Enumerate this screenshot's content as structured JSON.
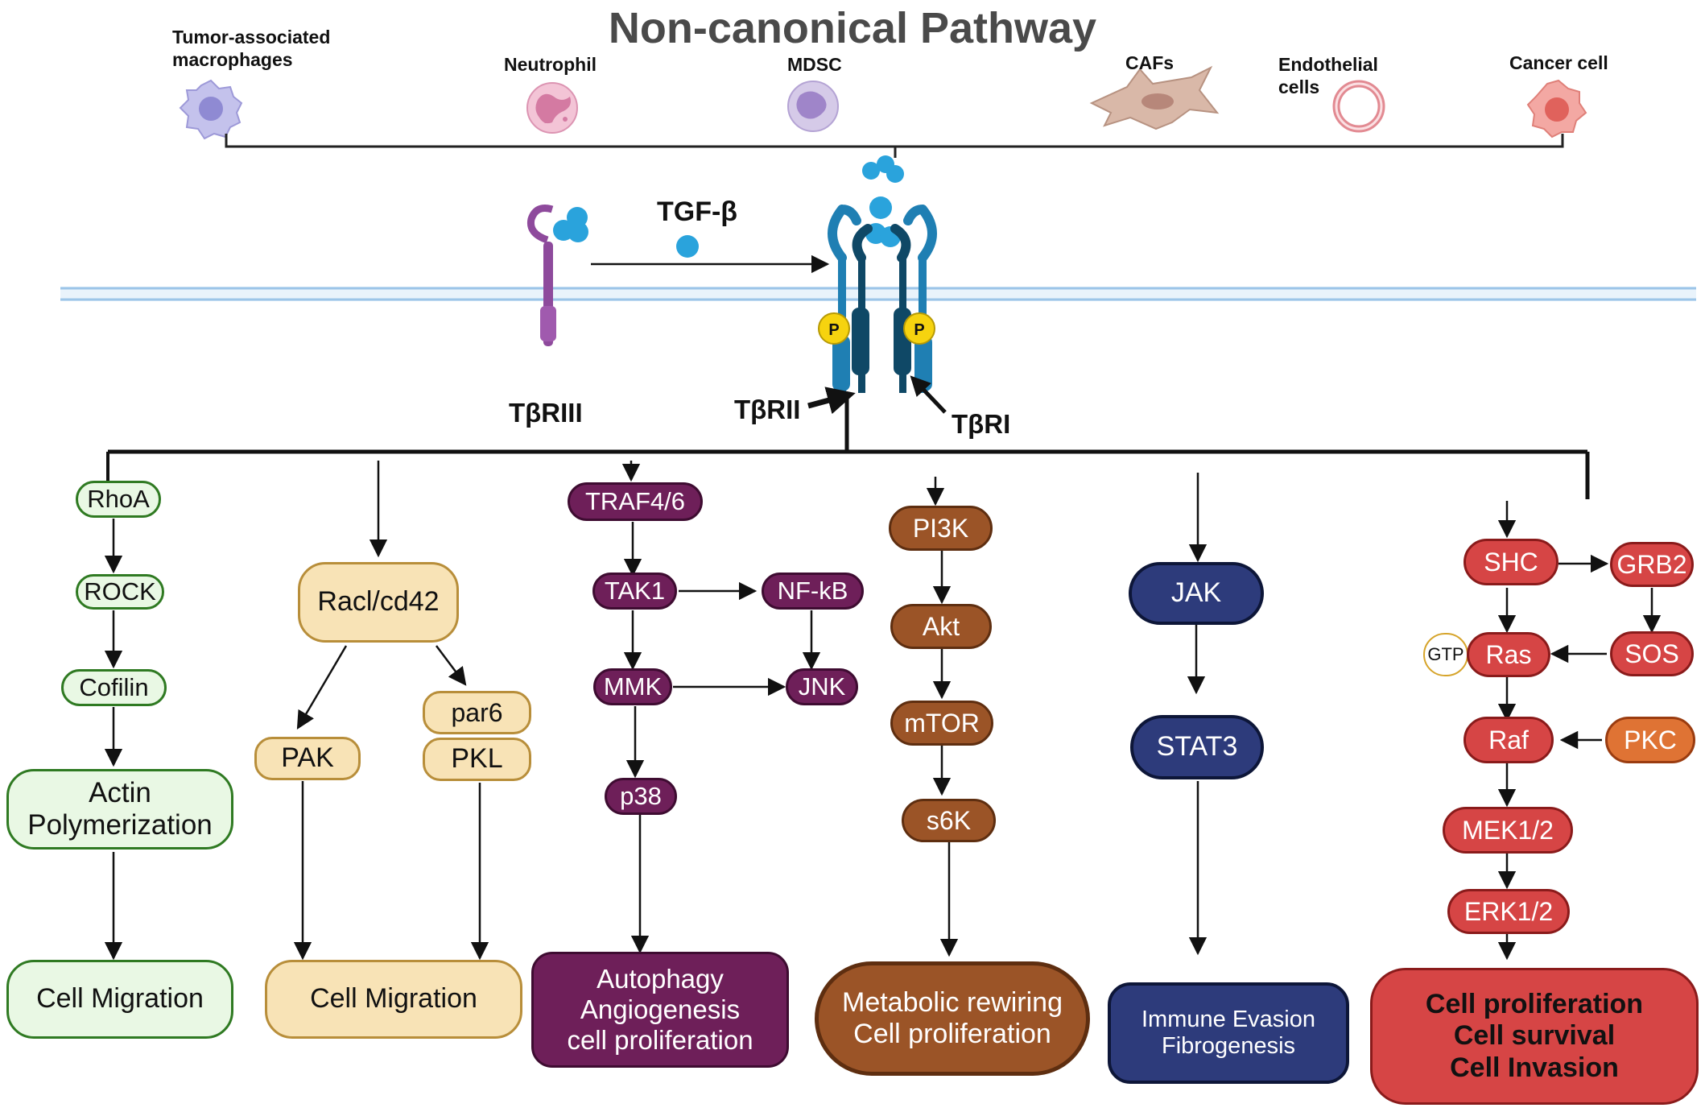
{
  "title": "Non-canonical Pathway",
  "cells": [
    {
      "label": "Tumor-associated\nmacrophages",
      "icon": "macrophage-icon"
    },
    {
      "label": "Neutrophil",
      "icon": "neutrophil-icon"
    },
    {
      "label": "MDSC",
      "icon": "mdsc-icon"
    },
    {
      "label": "CAFs",
      "icon": "caf-icon"
    },
    {
      "label": "Endothelial\ncells",
      "icon": "endothelial-cell-icon"
    },
    {
      "label": "Cancer cell",
      "icon": "cancer-cell-icon"
    }
  ],
  "ligand_label": "TGF-β",
  "phospho_label": "P",
  "receptors": {
    "type3": "TβRIII",
    "type2": "TβRII",
    "type1": "TβRI"
  },
  "pathway1": {
    "rhoa": "RhoA",
    "rock": "ROCK",
    "cofilin": "Cofilin",
    "actin": "Actin\nPolymerization",
    "outcome": "Cell Migration"
  },
  "pathway2": {
    "rac": "Racl/cd42",
    "pak": "PAK",
    "par6": "par6",
    "pkl": "PKL",
    "outcome": "Cell Migration"
  },
  "pathway3": {
    "traf": "TRAF4/6",
    "tak1": "TAK1",
    "nfkb": "NF-kB",
    "mmk": "MMK",
    "jnk": "JNK",
    "p38": "p38",
    "outcome": "Autophagy\nAngiogenesis\ncell proliferation"
  },
  "pathway4": {
    "pi3k": "PI3K",
    "akt": "Akt",
    "mtor": "mTOR",
    "s6k": "s6K",
    "outcome": "Metabolic rewiring\nCell proliferation"
  },
  "pathway5": {
    "jak": "JAK",
    "stat3": "STAT3",
    "outcome": "Immune Evasion\nFibrogenesis"
  },
  "pathway6": {
    "shc": "SHC",
    "grb2": "GRB2",
    "gtp": "GTP",
    "ras": "Ras",
    "sos": "SOS",
    "raf": "Raf",
    "pkc": "PKC",
    "mek": "MEK1/2",
    "erk": "ERK1/2",
    "outcome": "Cell proliferation\nCell survival\nCell Invasion"
  },
  "colors": {
    "green": "#e9f8e4",
    "tan": "#f8e3b6",
    "purple": "#6e1f59",
    "brown": "#9b5427",
    "navy": "#2d3b7b",
    "red": "#d64545",
    "orange": "#df7334",
    "receptor_blue": "#1f7fb3",
    "receptor_dark": "#0f4866",
    "ligand": "#2aa3dc",
    "tbriii": "#8e4a9c",
    "membrane": "#bcd9f0"
  }
}
